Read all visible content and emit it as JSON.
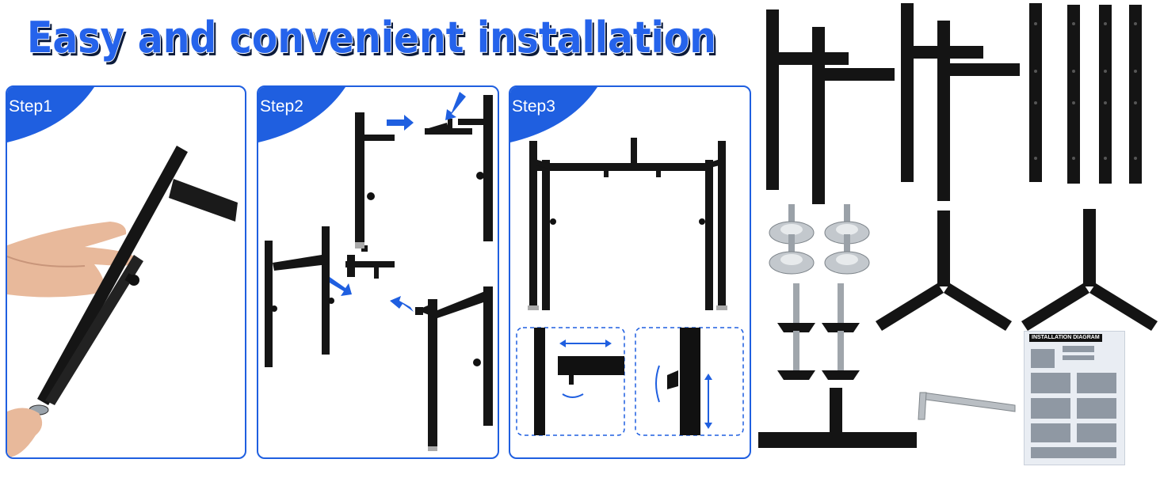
{
  "headline": "Easy and convenient installation",
  "colors": {
    "accent": "#1f5fe0",
    "headline_fill": "#2563eb",
    "headline_shadow": "#0b1a3a",
    "metal": "#111111"
  },
  "steps": [
    {
      "label": "Step1"
    },
    {
      "label": "Step2"
    },
    {
      "label": "Step3"
    }
  ],
  "parts": {
    "sheet_title": "INSTALLATION DIAGRAM",
    "icons": [
      "upright-leg-icon",
      "crossbar-icon",
      "leveling-foot-icon",
      "knob-bolt-icon",
      "y-bracket-icon",
      "t-bar-icon",
      "hex-key-icon",
      "instruction-sheet-icon"
    ]
  }
}
